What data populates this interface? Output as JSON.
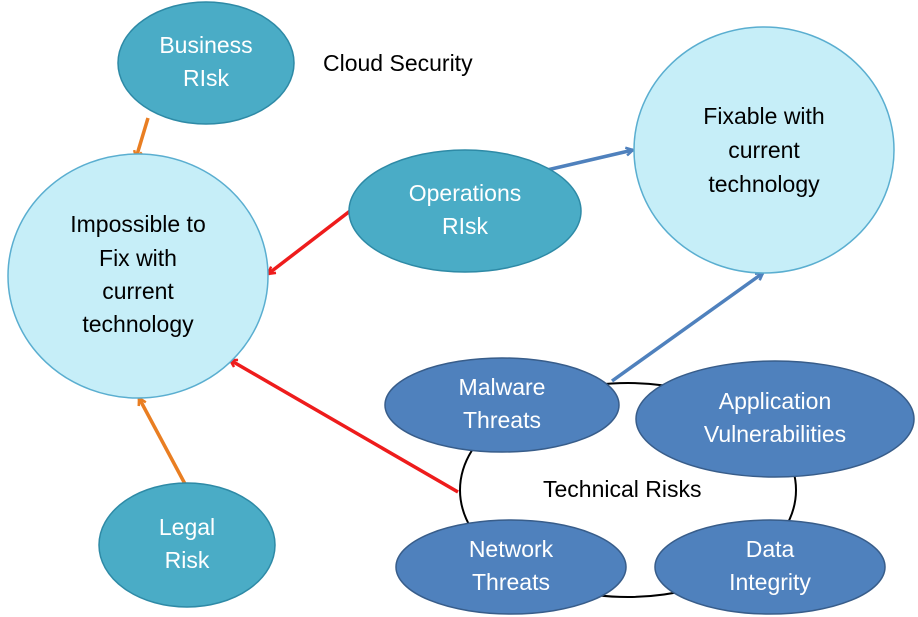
{
  "title": "Cloud Security",
  "cluster_label": "Technical Risks",
  "nodes": {
    "business_risk": [
      "Business",
      "RIsk"
    ],
    "operations_risk": [
      "Operations",
      "RIsk"
    ],
    "legal_risk": [
      "Legal",
      "Risk"
    ],
    "impossible_to_fix": [
      "Impossible to",
      "Fix with",
      "current",
      "technology"
    ],
    "fixable": [
      "Fixable with",
      "current",
      "technology"
    ],
    "malware_threats": [
      "Malware",
      "Threats"
    ],
    "application_vulnerabilities": [
      "Application",
      "Vulnerabilities"
    ],
    "network_threats": [
      "Network",
      "Threats"
    ],
    "data_integrity": [
      "Data",
      "Integrity"
    ]
  },
  "colors": {
    "risk_node": "#4aacc6",
    "outcome_node": "#c6eef8",
    "technical_node": "#4f81bd",
    "arrow_orange": "#e97e22",
    "arrow_red": "#ee1c1c",
    "arrow_blue": "#4f81bd"
  },
  "edges": [
    {
      "from": "business_risk",
      "to": "impossible_to_fix",
      "color": "arrow_orange"
    },
    {
      "from": "legal_risk",
      "to": "impossible_to_fix",
      "color": "arrow_orange"
    },
    {
      "from": "operations_risk",
      "to": "impossible_to_fix",
      "color": "arrow_red"
    },
    {
      "from": "technical_risks",
      "to": "impossible_to_fix",
      "color": "arrow_red"
    },
    {
      "from": "operations_risk",
      "to": "fixable",
      "color": "arrow_blue"
    },
    {
      "from": "technical_risks",
      "to": "fixable",
      "color": "arrow_blue"
    }
  ]
}
